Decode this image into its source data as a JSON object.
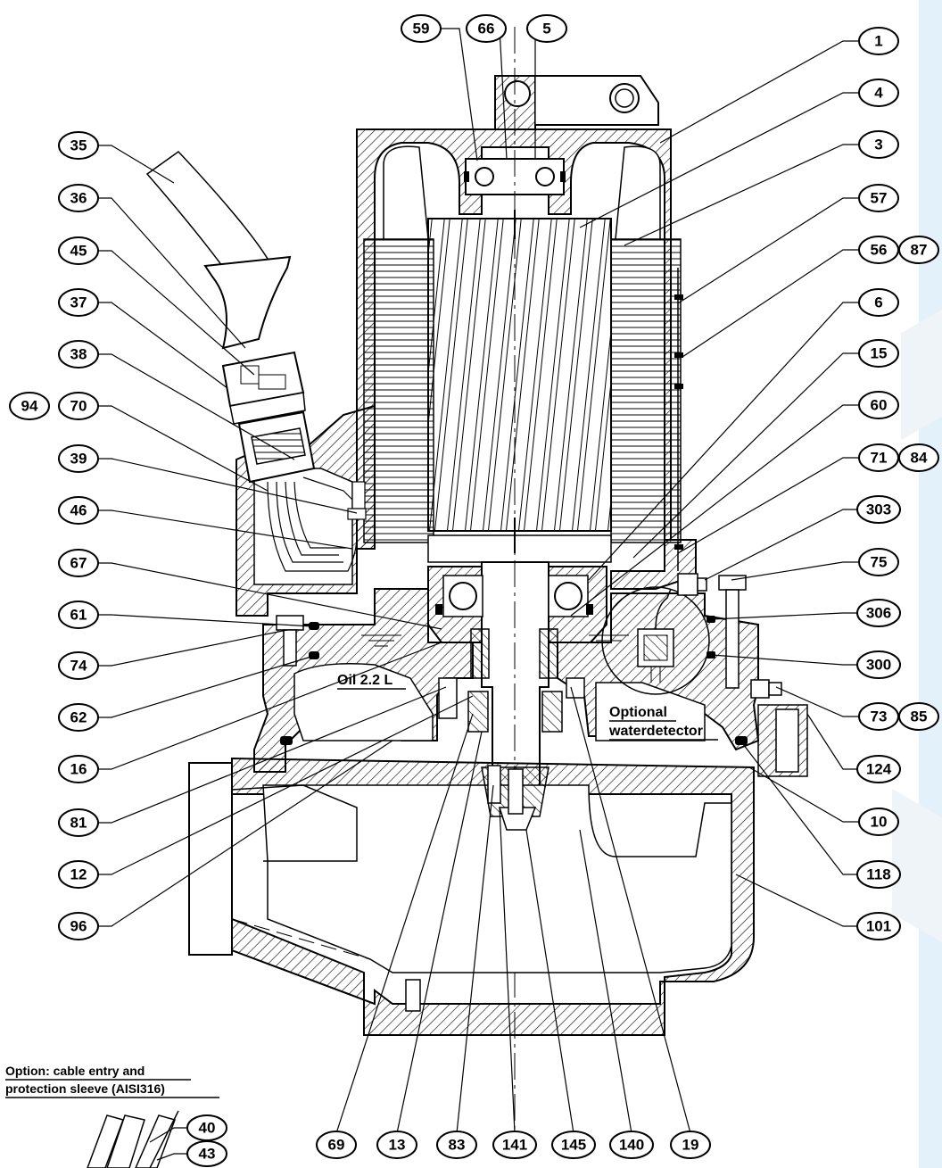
{
  "notes": {
    "oil": "Oil 2.2 L",
    "water_line1": "Optional",
    "water_line2": "waterdetector",
    "option_line1": "Option: cable entry and",
    "option_line2": "protection sleeve (AISI316)"
  },
  "labels": {
    "l59": "59",
    "l66": "66",
    "l5": "5",
    "l1": "1",
    "l4": "4",
    "l3": "3",
    "l57": "57",
    "l56": "56",
    "l87": "87",
    "l6": "6",
    "l15": "15",
    "l60": "60",
    "l71": "71",
    "l84": "84",
    "l303": "303",
    "l75": "75",
    "l306": "306",
    "l300": "300",
    "l73": "73",
    "l85": "85",
    "l124": "124",
    "l10": "10",
    "l118": "118",
    "l101": "101",
    "l35": "35",
    "l36": "36",
    "l45": "45",
    "l37": "37",
    "l38": "38",
    "l94": "94",
    "l70": "70",
    "l39": "39",
    "l46": "46",
    "l67": "67",
    "l61": "61",
    "l74": "74",
    "l62": "62",
    "l16": "16",
    "l81": "81",
    "l12": "12",
    "l96": "96",
    "l69": "69",
    "l13": "13",
    "l83": "83",
    "l141": "141",
    "l145": "145",
    "l140": "140",
    "l19": "19",
    "l40": "40",
    "l43": "43"
  }
}
